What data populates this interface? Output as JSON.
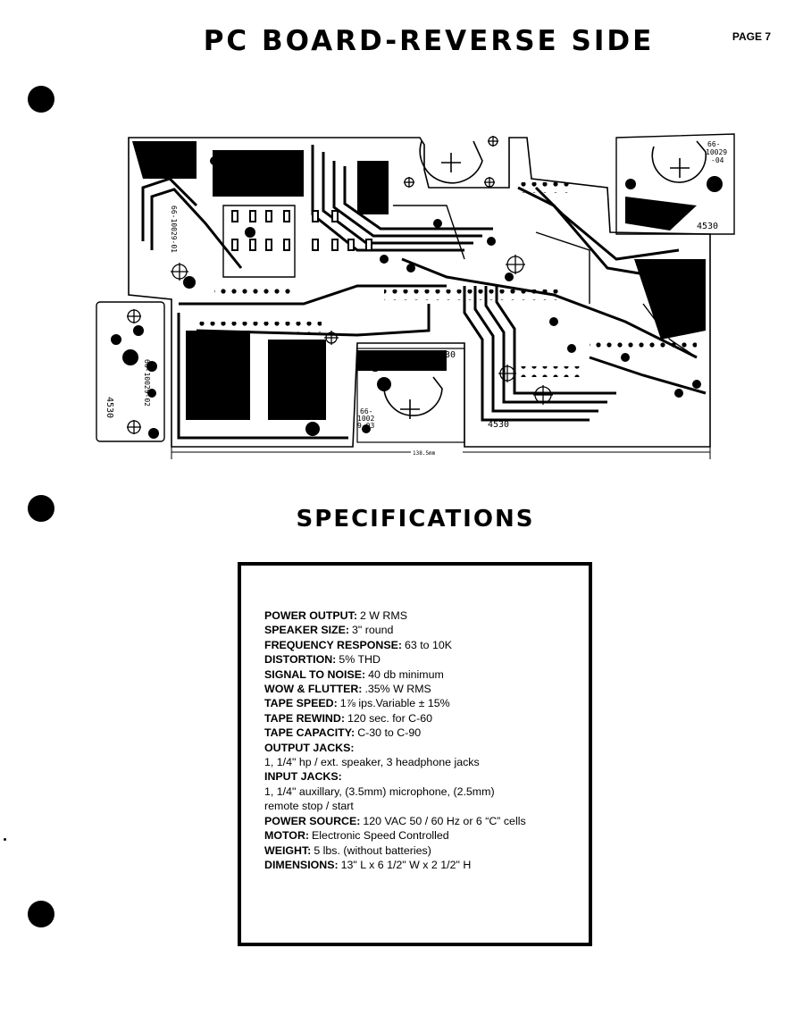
{
  "header": {
    "title": "PC BOARD-REVERSE SIDE",
    "page_number": "PAGE 7"
  },
  "pcb": {
    "labels": {
      "part_top_right": [
        "66-",
        "10029",
        "-04"
      ],
      "part_left_vertical": "66-10029-01",
      "part_side_vertical": "66-10029-02",
      "part_bottom_center": [
        "66-",
        "1002",
        "9-03"
      ],
      "ic_top_right": "4530",
      "ic_center": "4530",
      "ic_bottom": "4530",
      "ic_side": "4530",
      "dimension": "138.5mm"
    }
  },
  "specifications": {
    "heading": "SPECIFICATIONS",
    "items": [
      {
        "label": "POWER OUTPUT:",
        "value": "2 W RMS"
      },
      {
        "label": "SPEAKER SIZE:",
        "value": "3\" round"
      },
      {
        "label": "FREQUENCY RESPONSE:",
        "value": "63 to 10K"
      },
      {
        "label": "DISTORTION:",
        "value": "5% THD"
      },
      {
        "label": "SIGNAL TO NOISE:",
        "value": "40 db minimum"
      },
      {
        "label": "WOW & FLUTTER:",
        "value": ".35% W RMS"
      },
      {
        "label": "TAPE SPEED:",
        "value": "1⅞ ips.Variable ± 15%"
      },
      {
        "label": "TAPE REWIND:",
        "value": "120 sec. for C-60"
      },
      {
        "label": "TAPE CAPACITY:",
        "value": "C-30 to C-90"
      },
      {
        "label": "OUTPUT JACKS:",
        "value": ""
      },
      {
        "label": "",
        "value": "1, 1/4\" hp / ext. speaker, 3 headphone jacks"
      },
      {
        "label": "INPUT JACKS:",
        "value": ""
      },
      {
        "label": "",
        "value": "1, 1/4\" auxillary, (3.5mm) microphone, (2.5mm)"
      },
      {
        "label": "",
        "value": "remote stop / start"
      },
      {
        "label": "POWER SOURCE:",
        "value": "120 VAC 50 / 60 Hz or 6 “C” cells"
      },
      {
        "label": "MOTOR:",
        "value": "Electronic Speed Controlled"
      },
      {
        "label": "WEIGHT:",
        "value": "5 lbs. (without batteries)"
      },
      {
        "label": "DIMENSIONS:",
        "value": "13\" L x 6 1/2\" W x 2 1/2\" H"
      }
    ]
  }
}
